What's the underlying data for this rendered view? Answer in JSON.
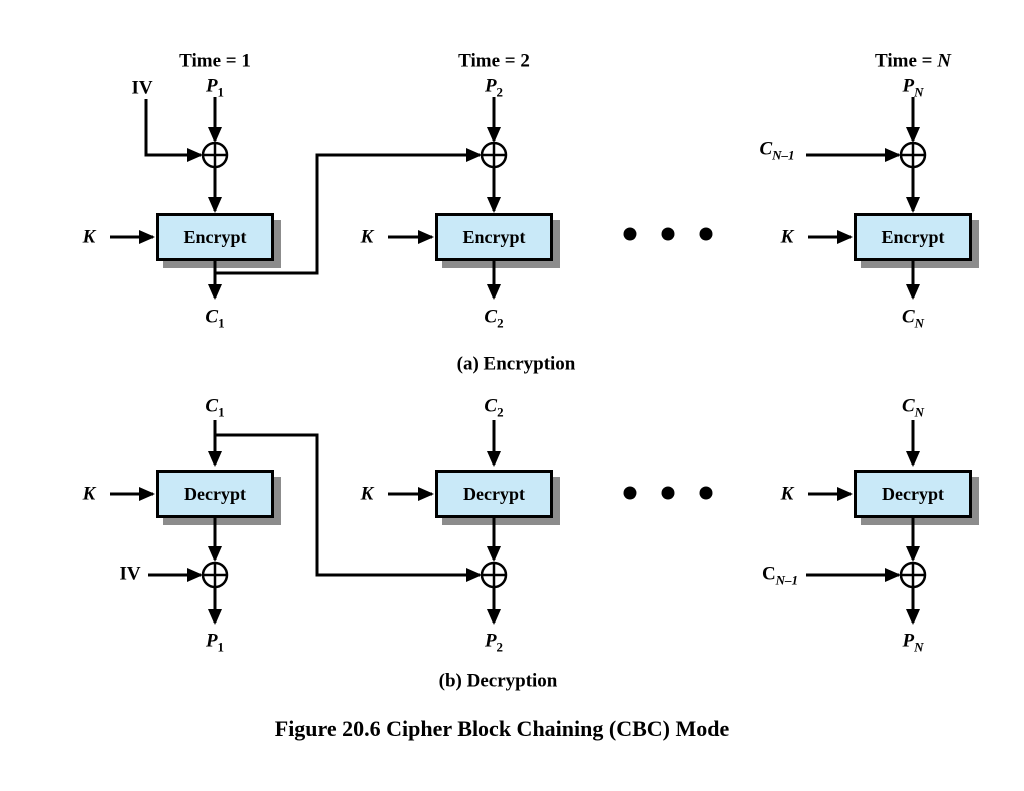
{
  "figure": {
    "caption": "Figure 20.6 Cipher Block Chaining (CBC) Mode"
  },
  "palette": {
    "background": "#ffffff",
    "box_fill": "#c9e9f8",
    "box_border": "#000000",
    "box_shadow": "#8c8c8c",
    "line_color": "#000000"
  },
  "encryption": {
    "section_label": "(a) Encryption",
    "box_label": "Encrypt",
    "key_label": "K",
    "columns": [
      {
        "time_prefix": "Time = ",
        "time_value": "1",
        "plaintext": {
          "base": "P",
          "sub": "1"
        },
        "chain_input": {
          "base": "IV",
          "sub": ""
        },
        "ciphertext": {
          "base": "C",
          "sub": "1"
        }
      },
      {
        "time_prefix": "Time = ",
        "time_value": "2",
        "plaintext": {
          "base": "P",
          "sub": "2"
        },
        "ciphertext": {
          "base": "C",
          "sub": "2"
        }
      },
      {
        "time_prefix": "Time = ",
        "time_value": "N",
        "plaintext": {
          "base": "P",
          "sub": "N"
        },
        "chain_input": {
          "base": "C",
          "sub": "N–1"
        },
        "ciphertext": {
          "base": "C",
          "sub": "N"
        }
      }
    ]
  },
  "decryption": {
    "section_label": "(b) Decryption",
    "box_label": "Decrypt",
    "key_label": "K",
    "columns": [
      {
        "ciphertext": {
          "base": "C",
          "sub": "1"
        },
        "chain_input": {
          "base": "IV",
          "sub": ""
        },
        "plaintext": {
          "base": "P",
          "sub": "1"
        }
      },
      {
        "ciphertext": {
          "base": "C",
          "sub": "2"
        },
        "plaintext": {
          "base": "P",
          "sub": "2"
        }
      },
      {
        "ciphertext": {
          "base": "C",
          "sub": "N"
        },
        "chain_input": {
          "base": "C",
          "sub": "N–1"
        },
        "plaintext": {
          "base": "P",
          "sub": "N"
        }
      }
    ]
  }
}
